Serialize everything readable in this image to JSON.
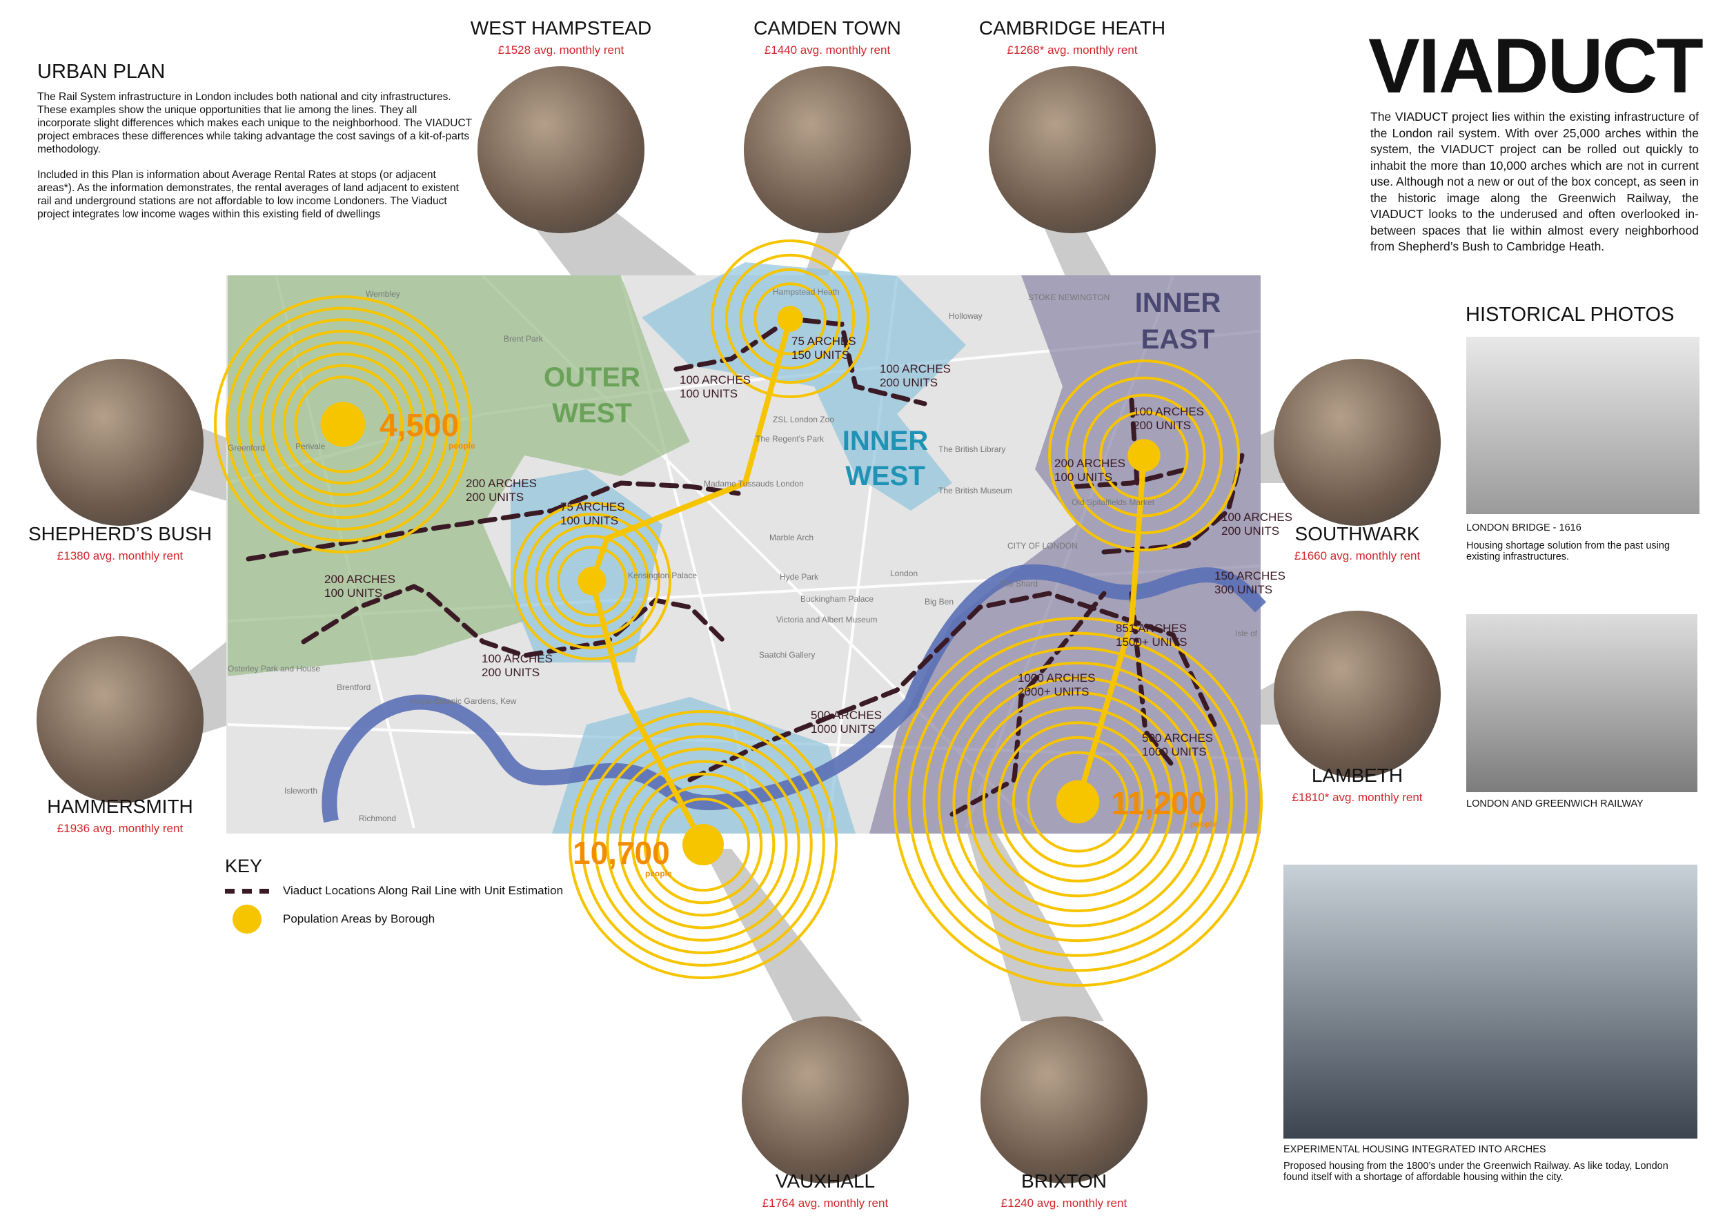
{
  "urban_plan": {
    "heading": "URBAN PLAN",
    "p1": "The Rail System infrastructure in London includes both national and city infrastructures. These examples show the unique opportunities that lie among the lines. They all incorporate slight differences which makes each unique to the neighborhood. The VIADUCT project embraces these differences while taking advantage the cost savings of a kit-of-parts methodology.",
    "p2": "Included in this Plan is information about Average Rental Rates at stops (or adjacent areas*). As the information demonstrates, the rental averages of land adjacent to existent rail and underground stations are not affordable to low income Londoners. The Viaduct project integrates low income wages within this existing field of dwellings"
  },
  "title": "VIADUCT",
  "intro": "The VIADUCT project lies within the existing infrastructure of the London rail system. With over 25,000 arches within the system, the VIADUCT project can be rolled out quickly to inhabit the more than 10,000 arches which are not in current use. Although not a new or out of the box concept, as seen in the historic image along the Greenwich Railway, the VIADUCT looks to the underused and often overlooked in-between spaces that lie within almost every neighborhood from Shepherd’s Bush to Cambridge Heath.",
  "locations": [
    {
      "name": "WEST HAMPSTEAD",
      "rent": "£1528 avg. monthly rent"
    },
    {
      "name": "CAMDEN TOWN",
      "rent": "£1440 avg. monthly rent"
    },
    {
      "name": "CAMBRIDGE HEATH",
      "rent": "£1268* avg. monthly rent"
    },
    {
      "name": "SHEPHERD’S BUSH",
      "rent": "£1380 avg. monthly rent"
    },
    {
      "name": "HAMMERSMITH",
      "rent": "£1936 avg. monthly rent"
    },
    {
      "name": "SOUTHWARK",
      "rent": "£1660 avg. monthly rent"
    },
    {
      "name": "LAMBETH",
      "rent": "£1810* avg. monthly rent"
    },
    {
      "name": "VAUXHALL",
      "rent": "£1764 avg. monthly rent"
    },
    {
      "name": "BRIXTON",
      "rent": "£1240 avg. monthly rent"
    }
  ],
  "districts": [
    "OUTER",
    "WEST",
    "INNER",
    "WEST",
    "INNER",
    "EAST"
  ],
  "populations": [
    {
      "value": "4,500",
      "unit": "people"
    },
    {
      "value": "10,700",
      "unit": "people"
    },
    {
      "value": "11,200",
      "unit": "people"
    }
  ],
  "arches": [
    [
      "75 ARCHES",
      "150 UNITS"
    ],
    [
      "100 ARCHES",
      "100 UNITS"
    ],
    [
      "100 ARCHES",
      "200 UNITS"
    ],
    [
      "200 ARCHES",
      "200 UNITS"
    ],
    [
      "75 ARCHES",
      "100 UNITS"
    ],
    [
      "200 ARCHES",
      "100 UNITS"
    ],
    [
      "100 ARCHES",
      "200 UNITS"
    ],
    [
      "500 ARCHES",
      "1000 UNITS"
    ],
    [
      "1000 ARCHES",
      "2000+ UNITS"
    ],
    [
      "851 ARCHES",
      "1500+ UNITS"
    ],
    [
      "500 ARCHES",
      "1000 UNITS"
    ],
    [
      "100 ARCHES",
      "200 UNITS"
    ],
    [
      "200 ARCHES",
      "100 UNITS"
    ],
    [
      "100 ARCHES",
      "200 UNITS"
    ],
    [
      "150 ARCHES",
      "300 UNITS"
    ]
  ],
  "map_labels": [
    "Wembley",
    "Brent Park",
    "Hampstead Heath",
    "Holloway",
    "ZSL London Zoo",
    "The Regent's Park",
    "The British Library",
    "The British Museum",
    "Madame Tussauds London",
    "Marble Arch",
    "Kensington Palace",
    "Hyde Park",
    "Buckingham Palace",
    "London",
    "Big Ben",
    "Victoria and Albert Museum",
    "Saatchi Gallery",
    "CITY OF LONDON",
    "The Shard",
    "Old Spitalfields Market",
    "Royal Botanic Gardens, Kew",
    "Richmond",
    "Isleworth",
    "Brentford",
    "Osterley Park and House",
    "Perivale",
    "Greenford",
    "STOKE NEWINGTON",
    "Isle of"
  ],
  "key": {
    "heading": "KEY",
    "item1": "Viaduct Locations Along Rail Line with Unit Estimation",
    "item2": "Population Areas by Borough"
  },
  "historical": {
    "heading": "HISTORICAL PHOTOS",
    "photo1_caption": "LONDON BRIDGE - 1616",
    "photo1_text": "Housing shortage solution from the past using existing infrastructures.",
    "photo2_caption": "LONDON AND GREENWICH RAILWAY",
    "photo3_caption": "EXPERIMENTAL HOUSING INTEGRATED INTO ARCHES",
    "photo3_text": "Proposed housing from the 1800’s under the Greenwich Railway. As like today, London found itself with a shortage of affordable housing within the city."
  },
  "colors": {
    "ring": "#f7c400",
    "rent": "#d0252b",
    "outer_west": "#9fbf8f",
    "inner_west": "#8ec3dc",
    "inner_east": "#8a84a6",
    "river": "#5a6fb5",
    "viaduct": "#3a1a24",
    "pop_text": "#f28c00"
  }
}
